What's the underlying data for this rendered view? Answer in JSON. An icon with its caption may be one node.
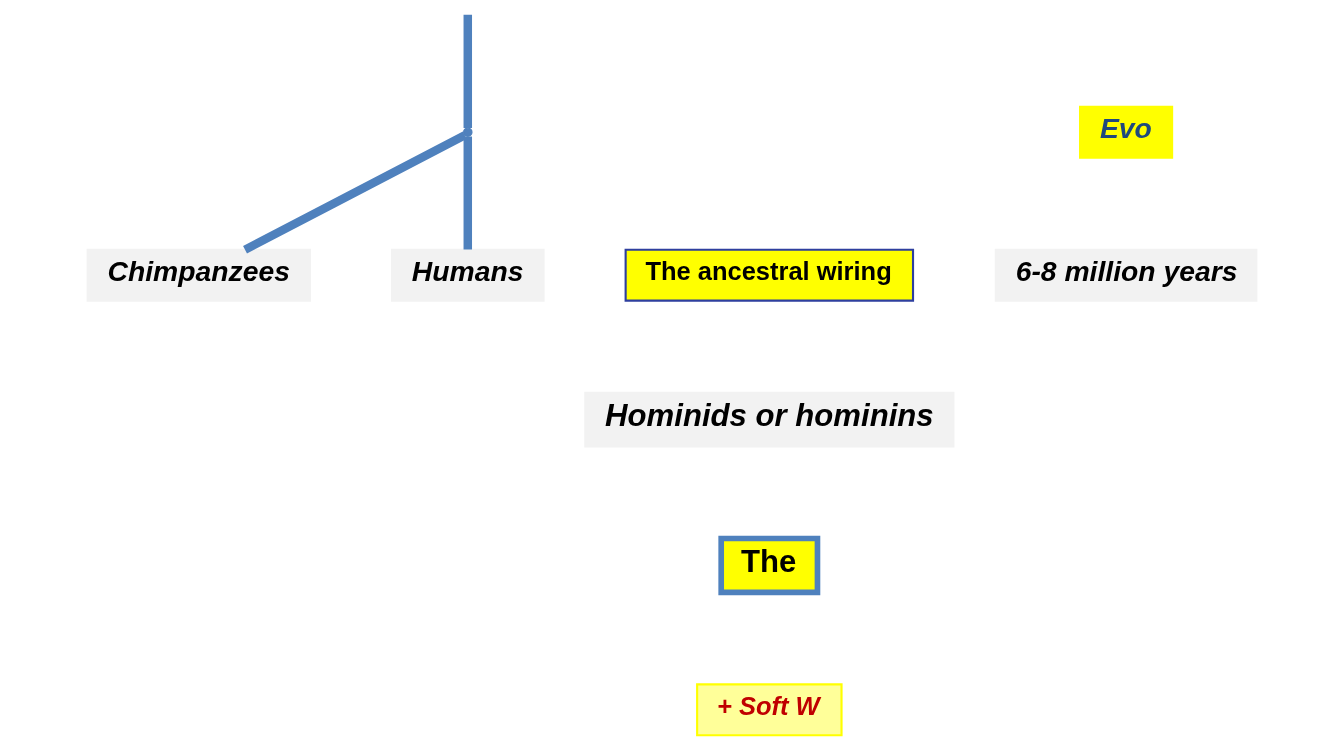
{
  "diagram": {
    "nodes": [
      {
        "text": [],
        "shape": "point"
      },
      {
        "text": [
          "Chimpanzees"
        ]
      },
      {
        "text": [
          "Humans"
        ]
      },
      {
        "text": [
          "The ancestral wiring"
        ]
      },
      {
        "text": [
          "Hominids or hominins"
        ]
      },
      {
        "text": [
          "The"
        ]
      },
      {
        "text": [
          "+ Soft W"
        ]
      },
      {
        "text": [
          "6-8 million years"
        ]
      },
      {
        "text": [
          "Evo"
        ]
      }
    ],
    "edges": [
      {
        "from": null,
        "to": 0,
        "arrow": "none"
      },
      {
        "from": 0,
        "to": 1,
        "arrow": "none"
      },
      {
        "from": 0,
        "to": 2,
        "arrow": "none"
      }
    ]
  }
}
